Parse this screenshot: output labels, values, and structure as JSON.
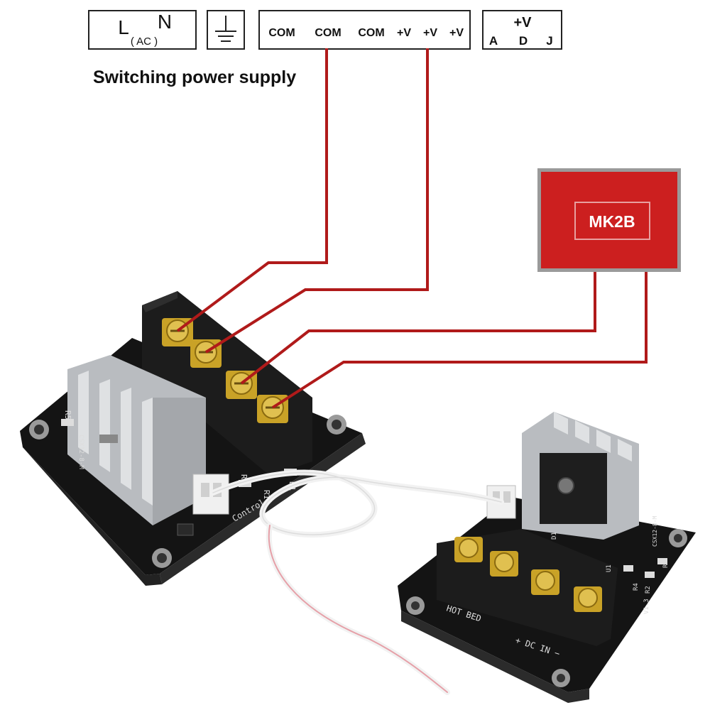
{
  "power_supply": {
    "ac": {
      "l": "L",
      "n": "N",
      "sub": "( AC )"
    },
    "outputs": [
      "COM",
      "COM",
      "COM",
      "+V",
      "+V",
      "+V"
    ],
    "adj": {
      "top": "+V",
      "a": "A",
      "d": "D",
      "j": "J"
    },
    "caption": "Switching power supply"
  },
  "heatbed": {
    "label": "MK2B",
    "color": "#cc1f1f"
  },
  "module_large": {
    "labels": {
      "control": "Control in",
      "r5": "R5",
      "r3": "R3",
      "r1": "R1",
      "d1": "D1",
      "board": "CSX12-8-M"
    }
  },
  "module_small": {
    "labels": {
      "hot_bed": "HOT BED",
      "dc_in": "+ DC IN −",
      "r4": "R4",
      "r2": "R2",
      "r6": "R6",
      "d1": "D1",
      "u1": "U1",
      "ver": "V1.3",
      "board": "CSX12-8-M"
    }
  },
  "colors": {
    "wire": "#b01a1a",
    "pcb": "#141414",
    "terminal": "#1c1c1c",
    "brass": "#c9a227",
    "heatsink": "#b9bcc0"
  }
}
